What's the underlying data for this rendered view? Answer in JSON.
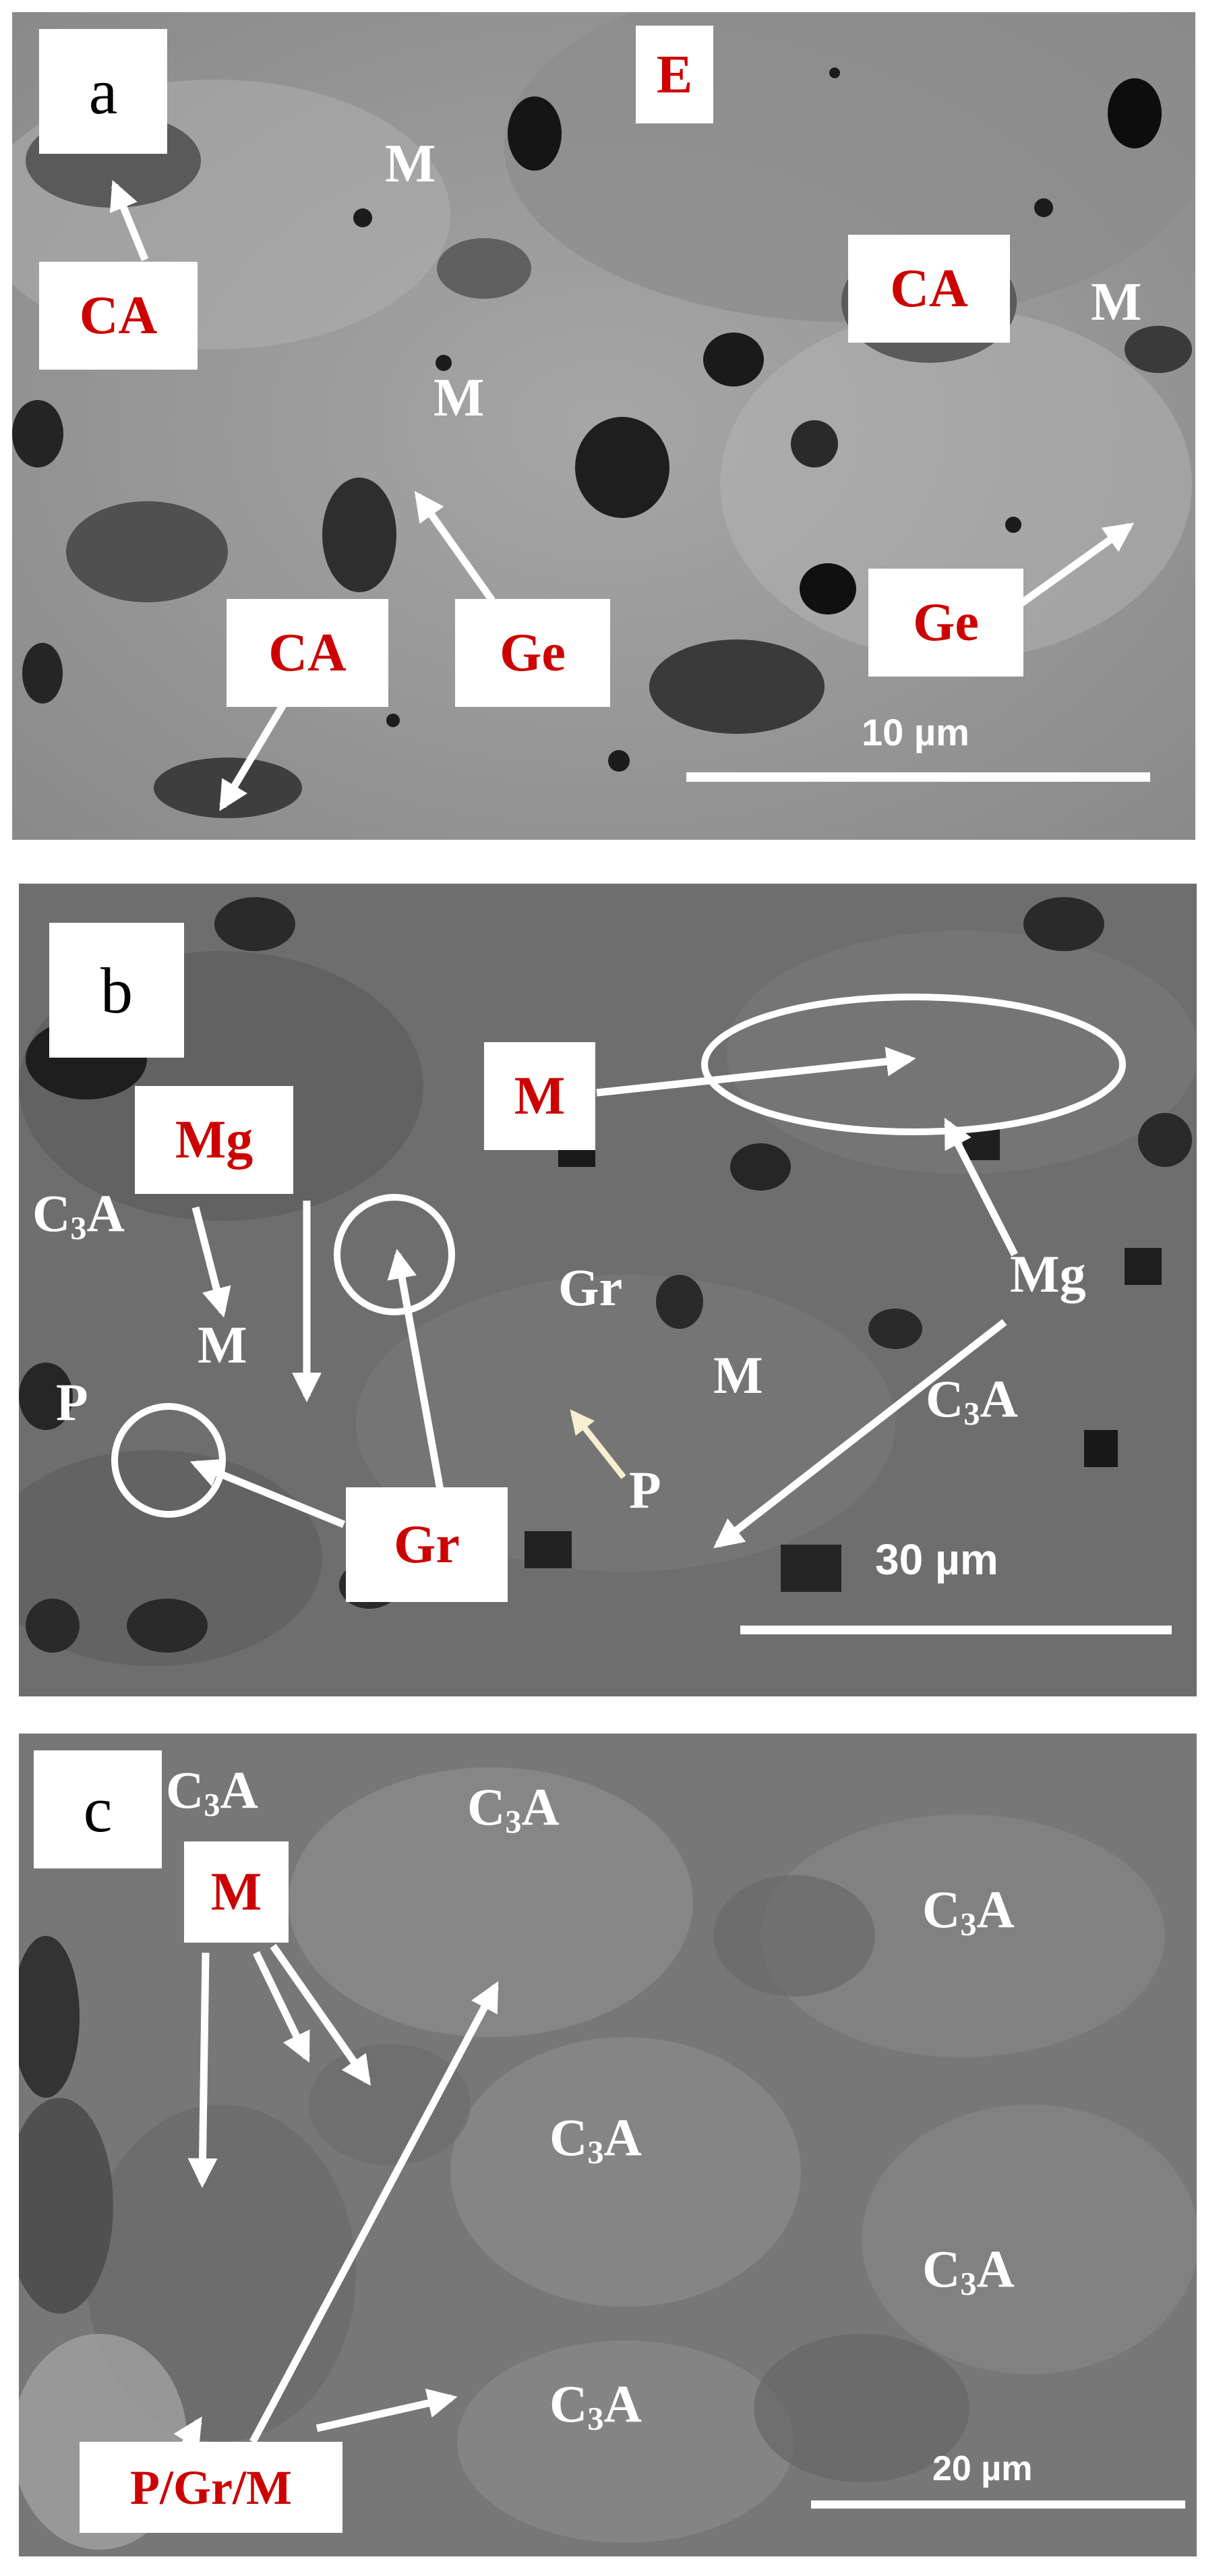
{
  "panel_a": {
    "letter": "a",
    "labels": {
      "E": "E",
      "M1": "M",
      "M2": "M",
      "M3": "M",
      "CA1": "CA",
      "CA2": "CA",
      "CA3": "CA",
      "Ge1": "Ge",
      "Ge2": "Ge"
    },
    "scale_bar": "10 µm"
  },
  "panel_b": {
    "letter": "b",
    "labels": {
      "M_box": "M",
      "Mg_box": "Mg",
      "Gr_box": "Gr",
      "C3A_1_main": "C",
      "C3A_1_sub": "3",
      "C3A_1_tail": "A",
      "C3A_2_main": "C",
      "C3A_2_sub": "3",
      "C3A_2_tail": "A",
      "M1": "M",
      "M2": "M",
      "P1": "P",
      "P2": "P",
      "Gr": "Gr",
      "Mg": "Mg"
    },
    "scale_bar": "30 µm"
  },
  "panel_c": {
    "letter": "c",
    "labels": {
      "M_box": "M",
      "PGrM_box": "P/Gr/M",
      "C3A_main": "C",
      "C3A_sub": "3",
      "C3A_tail": "A"
    },
    "scale_bar": "20 µm"
  },
  "colors": {
    "label_red": "#cc0000",
    "label_white": "#ffffff",
    "panel_a_bg": "#9a9a9a",
    "panel_b_bg": "#6f6f6f",
    "panel_c_bg": "#767676"
  }
}
